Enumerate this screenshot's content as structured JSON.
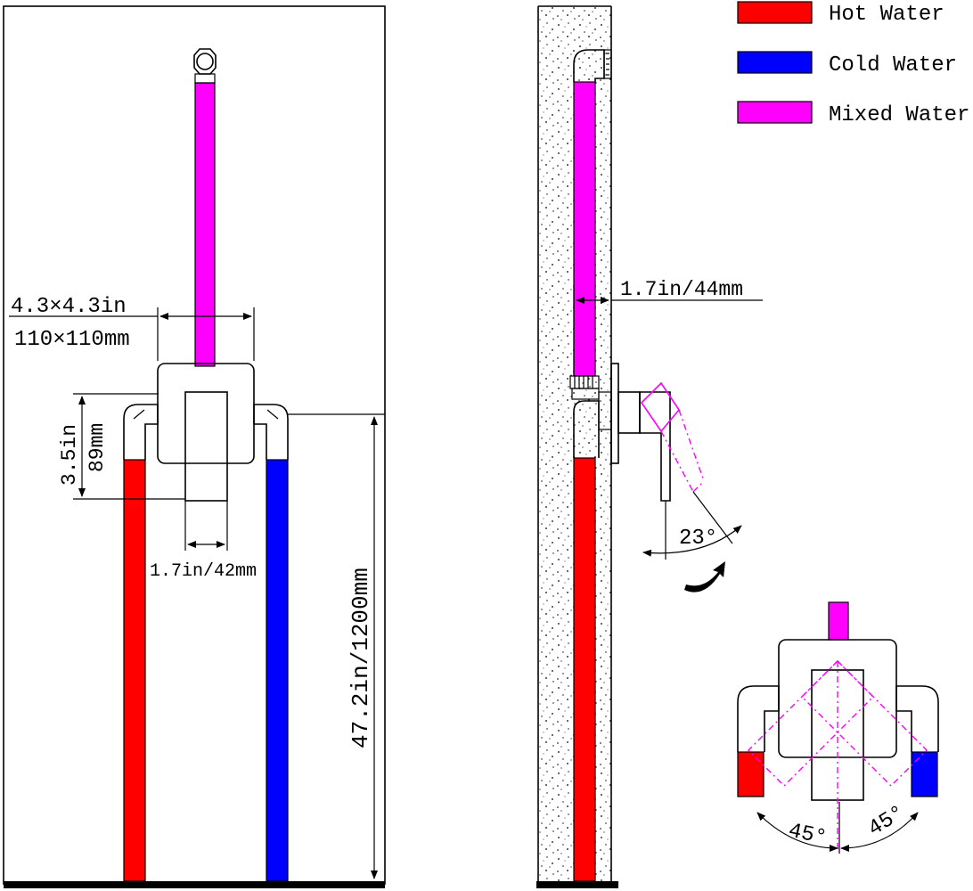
{
  "legend": {
    "items": [
      {
        "label": "Hot Water",
        "color": "#ff0000"
      },
      {
        "label": "Cold Water",
        "color": "#0000ff"
      },
      {
        "label": "Mixed Water",
        "color": "#ff00ff"
      }
    ]
  },
  "front_view": {
    "plate_size_in": "4.3×4.3in",
    "plate_size_mm": "110×110mm",
    "inlet_height_in": "3.5in",
    "inlet_height_mm": "89mm",
    "handle_width": "1.7in/42mm",
    "install_height": "47.2in/1200mm"
  },
  "side_view": {
    "wall_depth": "1.7in/44mm",
    "handle_angle": "23°"
  },
  "detail_view": {
    "angle_left": "45°",
    "angle_right": "45°"
  },
  "colors": {
    "hot": "#ff0000",
    "cold": "#0000ff",
    "mixed": "#ff00ff",
    "line": "#000000"
  }
}
